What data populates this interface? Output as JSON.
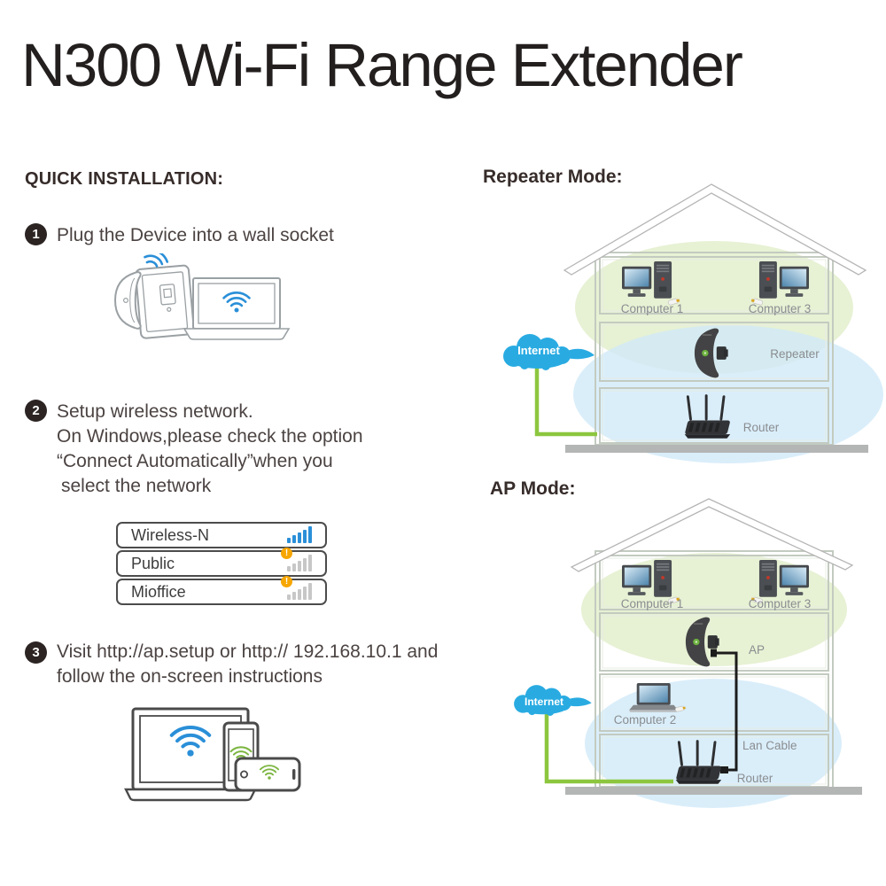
{
  "title": "N300 Wi-Fi Range Extender",
  "quick_install": {
    "heading": "QUICK INSTALLATION:",
    "steps": [
      {
        "num": "1",
        "lines": [
          "Plug the Device into a wall socket"
        ]
      },
      {
        "num": "2",
        "lines": [
          "Setup wireless network.",
          "On Windows,please check the option",
          "“Connect Automatically”when you",
          "select the network"
        ]
      },
      {
        "num": "3",
        "lines": [
          "Visit http://ap.setup or http:// 192.168.10.1 and",
          "follow the on-screen instructions"
        ]
      }
    ]
  },
  "network_list": {
    "alert_glyph": "!",
    "items": [
      {
        "name": "Wireless-N",
        "signal": "full",
        "signal_color": "#2a8fd8",
        "alert": false
      },
      {
        "name": "Public",
        "signal": "weak",
        "signal_color": "#c7c7c7",
        "alert": true
      },
      {
        "name": "Mioffice",
        "signal": "weak",
        "signal_color": "#c7c7c7",
        "alert": true
      }
    ]
  },
  "repeater_mode": {
    "heading": "Repeater Mode:",
    "internet_label": "Internet",
    "labels": {
      "computer1": "Computer 1",
      "computer3": "Computer 3",
      "repeater": "Repeater",
      "router": "Router"
    }
  },
  "ap_mode": {
    "heading": "AP Mode:",
    "internet_label": "Internet",
    "labels": {
      "computer1": "Computer 1",
      "computer3": "Computer 3",
      "ap": "AP",
      "computer2": "Computer 2",
      "lan_cable": "Lan Cable",
      "router": "Router"
    }
  },
  "colors": {
    "accent_blue": "#29abe2",
    "wifi_blue": "#2a8fd8",
    "wifi_green": "#7db642",
    "cable_green": "#8cc63e",
    "alert_orange": "#f7a600",
    "coverage_green": "#e4efcf",
    "coverage_blue": "#cfe9f8"
  }
}
